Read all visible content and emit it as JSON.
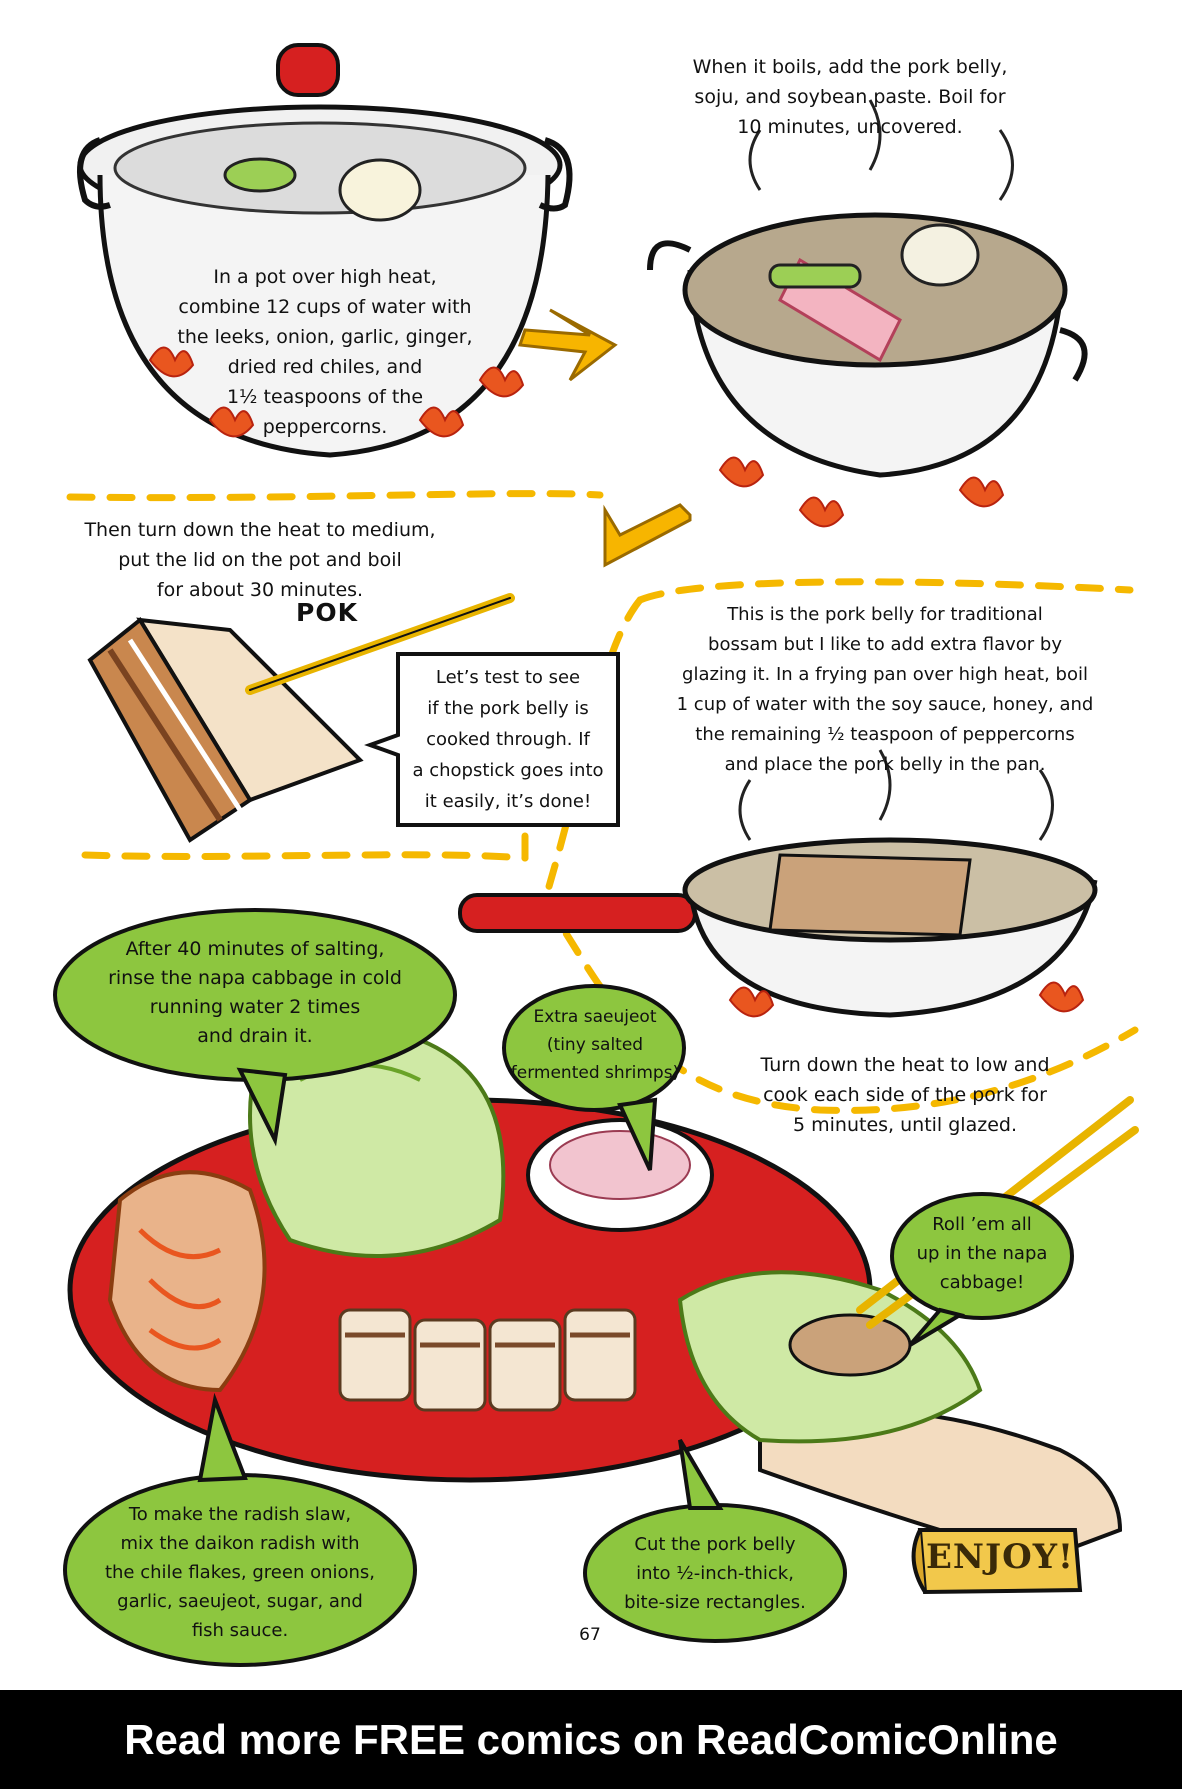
{
  "steps": {
    "step1": [
      "In a pot over high heat,",
      "combine 12 cups of water with",
      "the leeks, onion, garlic, ginger,",
      "dried red chiles, and",
      "1½ teaspoons of the",
      "peppercorns."
    ],
    "step2": [
      "When it boils, add the pork belly,",
      "soju, and soybean paste. Boil for",
      "10 minutes, uncovered."
    ],
    "step3": [
      "Then turn down the heat to medium,",
      "put the lid on the pot and boil",
      "for about 30 minutes."
    ],
    "test_bubble": [
      "Let’s test to see",
      "if the pork belly is",
      "cooked through. If",
      "a chopstick goes into",
      "it easily, it’s done!"
    ],
    "sound_effect": "POK",
    "glaze": [
      "This is the pork belly for traditional",
      "bossam but I like to add extra flavor by",
      "glazing it. In a frying pan over high heat, boil",
      "1 cup of water with the soy sauce, honey, and",
      "the remaining ½ teaspoon of peppercorns",
      "and place the pork belly in the pan."
    ],
    "lower_heat": [
      "Turn down the heat to low and",
      "cook each side of the pork for",
      "5 minutes, until glazed."
    ]
  },
  "bubbles": {
    "cabbage": [
      "After 40 minutes of salting,",
      "rinse the napa cabbage in cold",
      "running water 2 times",
      "and drain it."
    ],
    "saeujeot": [
      "Extra saeujeot",
      "(tiny salted",
      "fermented shrimps)"
    ],
    "roll": [
      "Roll ’em all",
      "up in the napa",
      "cabbage!"
    ],
    "slaw": [
      "To make the radish slaw,",
      "mix the daikon radish with",
      "the chile flakes, green onions,",
      "garlic, saeujeot, sugar, and",
      "fish sauce."
    ],
    "cut": [
      "Cut the pork belly",
      "into ½-inch-thick,",
      "bite-size rectangles."
    ]
  },
  "banner": "ENJOY!",
  "page_number": "67",
  "footer": "Read more FREE comics on ReadComicOnline",
  "colors": {
    "bubble_green": "#8dc63f",
    "dash_yellow": "#f5b800",
    "plate_red": "#d62020",
    "arrow_yellow": "#f7b500",
    "footer_bg": "#000000"
  }
}
